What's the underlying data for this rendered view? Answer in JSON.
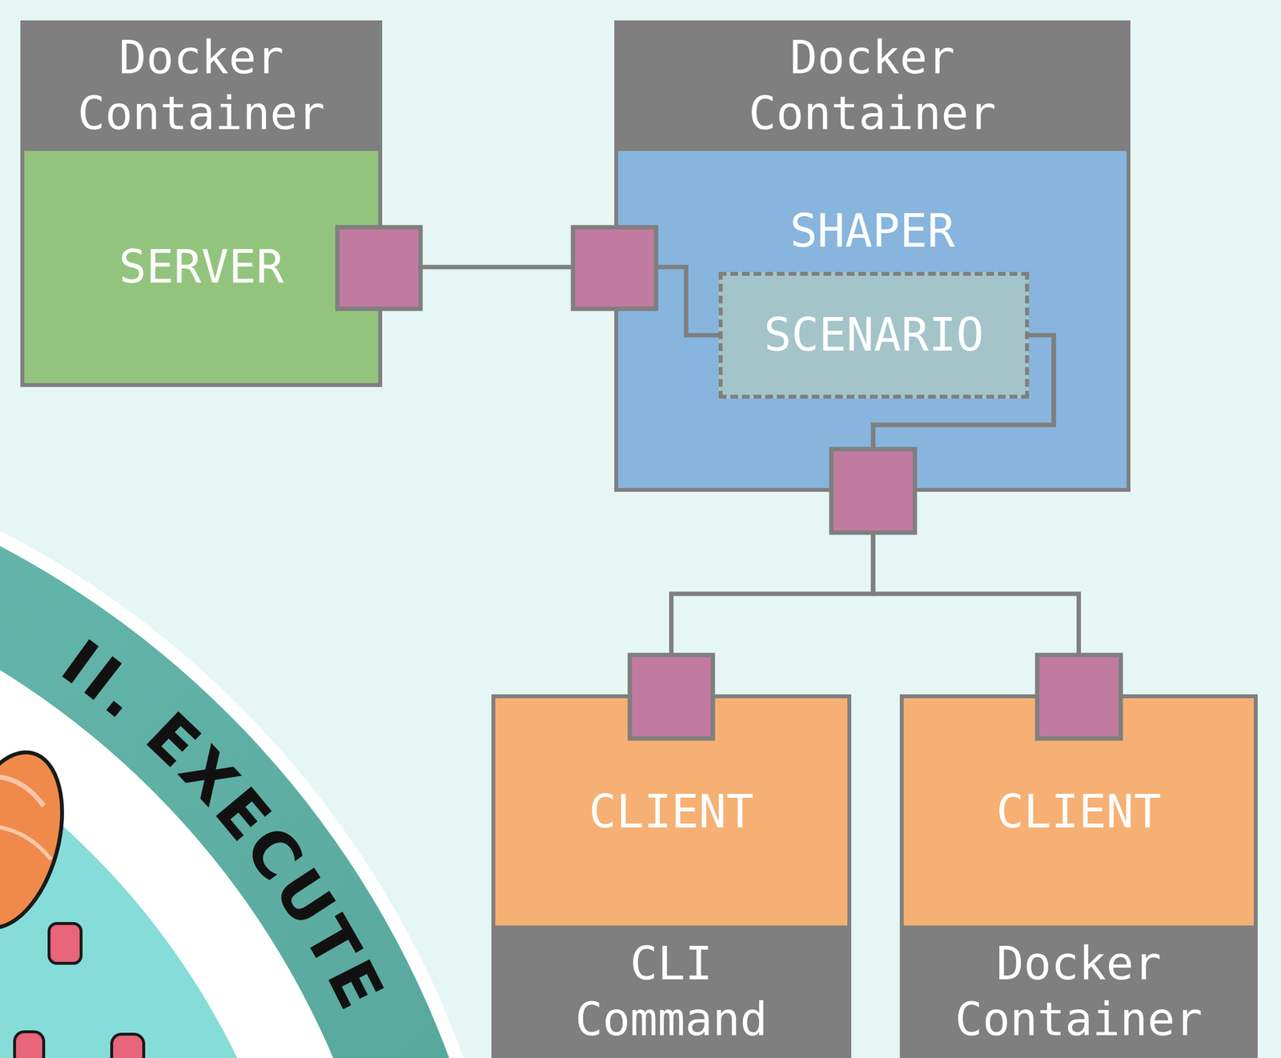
{
  "diagram": {
    "nodes": [
      {
        "text": [
          "Docker Container"
        ]
      },
      {
        "text": [
          "SERVER"
        ],
        "in": 0
      },
      {
        "text": [
          "Docker Container"
        ]
      },
      {
        "text": [
          "SHAPER"
        ],
        "in": 2
      },
      {
        "text": [
          "SCENARIO"
        ],
        "in": 3
      },
      {
        "text": [
          "CLI Command"
        ]
      },
      {
        "text": [
          "CLIENT"
        ],
        "in": 5
      },
      {
        "text": [
          "Docker Container"
        ]
      },
      {
        "text": [
          "CLIENT"
        ],
        "in": 7
      }
    ],
    "edges": [
      {
        "from": 1,
        "to": 4,
        "arrow": "none"
      },
      {
        "from": 4,
        "to": 6,
        "arrow": "none"
      },
      {
        "from": 4,
        "to": 8,
        "arrow": "none"
      }
    ],
    "labels": [
      "II. EXECUTE"
    ]
  }
}
